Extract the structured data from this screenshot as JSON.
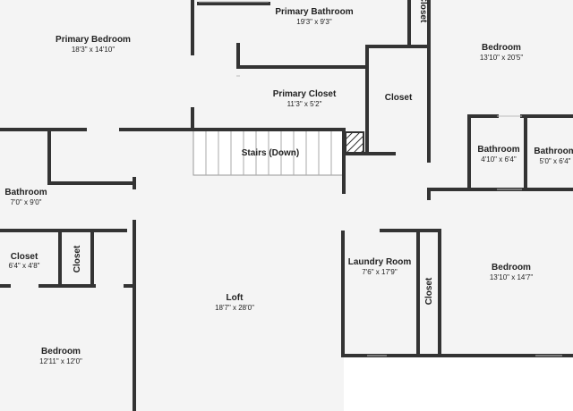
{
  "colors": {
    "floor": "#f4f4f4",
    "wall": "#333333",
    "background": "#ffffff",
    "window": "#dddddd"
  },
  "rooms": {
    "primary_bedroom": {
      "name": "Primary Bedroom",
      "dims": "18'3\" x 14'10\""
    },
    "primary_bathroom": {
      "name": "Primary Bathroom",
      "dims": "19'3\" x 9'3\""
    },
    "closet_top": {
      "name": "Closet"
    },
    "bedroom_ne": {
      "name": "Bedroom",
      "dims": "13'10\" x 20'5\""
    },
    "primary_closet": {
      "name": "Primary Closet",
      "dims": "11'3\" x 5'2\""
    },
    "closet_center": {
      "name": "Closet"
    },
    "stairs": {
      "name": "Stairs (Down)"
    },
    "bathroom_e1": {
      "name": "Bathroom",
      "dims": "4'10\" x 6'4\""
    },
    "bathroom_e2": {
      "name": "Bathroom",
      "dims": "5'0\" x 6'4\""
    },
    "bathroom_w": {
      "name": "Bathroom",
      "dims": "7'0\" x 9'0\""
    },
    "closet_w": {
      "name": "Closet",
      "dims": "6'4\" x 4'8\""
    },
    "closet_w_small": {
      "name": "Closet"
    },
    "loft": {
      "name": "Loft",
      "dims": "18'7\" x 28'0\""
    },
    "laundry": {
      "name": "Laundry Room",
      "dims": "7'6\" x 17'9\""
    },
    "closet_laundry": {
      "name": "Closet"
    },
    "bedroom_se": {
      "name": "Bedroom",
      "dims": "13'10\" x 14'7\""
    },
    "bedroom_sw": {
      "name": "Bedroom",
      "dims": "12'11\" x 12'0\""
    }
  }
}
